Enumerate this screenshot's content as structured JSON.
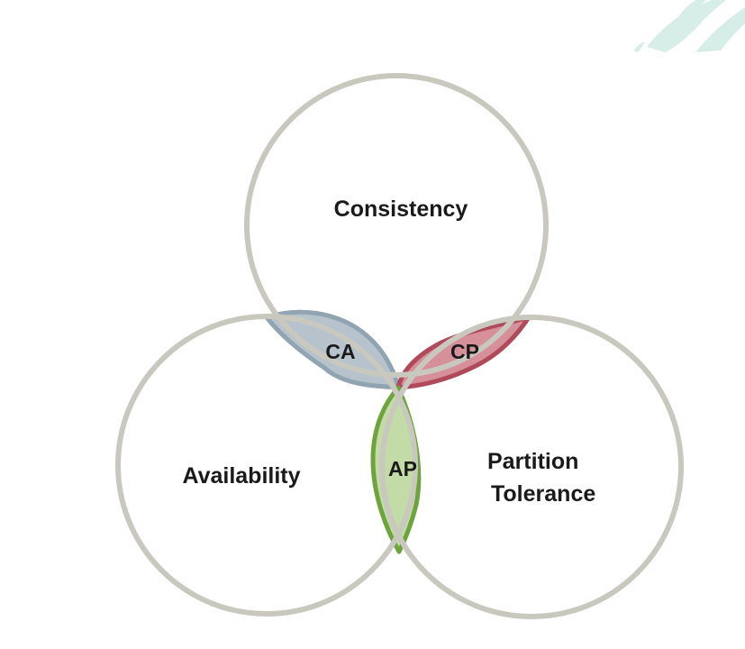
{
  "diagram": {
    "sets": [
      {
        "id": "consistency",
        "lines": [
          "Consistency"
        ]
      },
      {
        "id": "availability",
        "lines": [
          "Availability"
        ]
      },
      {
        "id": "partition",
        "lines": [
          "Partition",
          "Tolerance"
        ]
      }
    ],
    "pairs": [
      {
        "id": "ca",
        "label": "CA",
        "sets": [
          "consistency",
          "availability"
        ]
      },
      {
        "id": "cp",
        "label": "CP",
        "sets": [
          "consistency",
          "partition"
        ]
      },
      {
        "id": "ap",
        "label": "AP",
        "sets": [
          "availability",
          "partition"
        ]
      }
    ]
  },
  "colors": {
    "circle_stroke": "#c9c8bf",
    "ca_fill": "#b6c3cc",
    "ca_stroke": "#91a4b1",
    "cp_fill": "#d5909a",
    "cp_stroke": "#b04a5a",
    "ap_fill": "#c3dba6",
    "ap_stroke": "#6ea43c",
    "corner_decoration": "#d6ede8"
  }
}
